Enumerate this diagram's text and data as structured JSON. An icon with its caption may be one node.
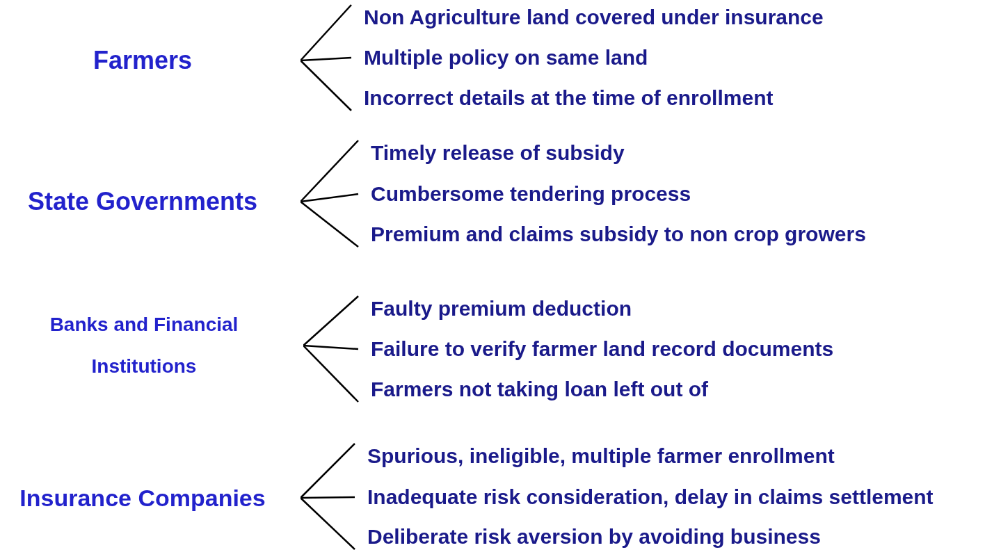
{
  "diagram": {
    "nodes": [
      {
        "text": [
          "Farmers"
        ]
      },
      {
        "text": [
          "Non Agriculture land covered under insurance"
        ]
      },
      {
        "text": [
          "Multiple policy on same land"
        ]
      },
      {
        "text": [
          "Incorrect details at the time of enrollment"
        ]
      },
      {
        "text": [
          "State Governments"
        ]
      },
      {
        "text": [
          "Timely release of subsidy"
        ]
      },
      {
        "text": [
          "Cumbersome tendering process"
        ]
      },
      {
        "text": [
          "Premium and claims subsidy to non crop growers"
        ]
      },
      {
        "text": [
          "Banks and Financial Institutions"
        ]
      },
      {
        "text": [
          "Faulty premium deduction"
        ]
      },
      {
        "text": [
          "Failure to verify farmer land record documents"
        ]
      },
      {
        "text": [
          "Farmers not taking loan left out of"
        ]
      },
      {
        "text": [
          "Insurance Companies"
        ]
      },
      {
        "text": [
          "Spurious, ineligible, multiple farmer enrollment"
        ]
      },
      {
        "text": [
          "Inadequate risk consideration, delay in claims settlement"
        ]
      },
      {
        "text": [
          "Deliberate risk aversion by avoiding business"
        ]
      }
    ],
    "edges": [
      {
        "from": 0,
        "to": 1,
        "arrow": "none"
      },
      {
        "from": 0,
        "to": 2,
        "arrow": "none"
      },
      {
        "from": 0,
        "to": 3,
        "arrow": "none"
      },
      {
        "from": 4,
        "to": 5,
        "arrow": "none"
      },
      {
        "from": 4,
        "to": 6,
        "arrow": "none"
      },
      {
        "from": 4,
        "to": 7,
        "arrow": "none"
      },
      {
        "from": 8,
        "to": 9,
        "arrow": "none"
      },
      {
        "from": 8,
        "to": 10,
        "arrow": "none"
      },
      {
        "from": 8,
        "to": 11,
        "arrow": "none"
      },
      {
        "from": 12,
        "to": 13,
        "arrow": "none"
      },
      {
        "from": 12,
        "to": 14,
        "arrow": "none"
      },
      {
        "from": 12,
        "to": 15,
        "arrow": "none"
      }
    ]
  }
}
